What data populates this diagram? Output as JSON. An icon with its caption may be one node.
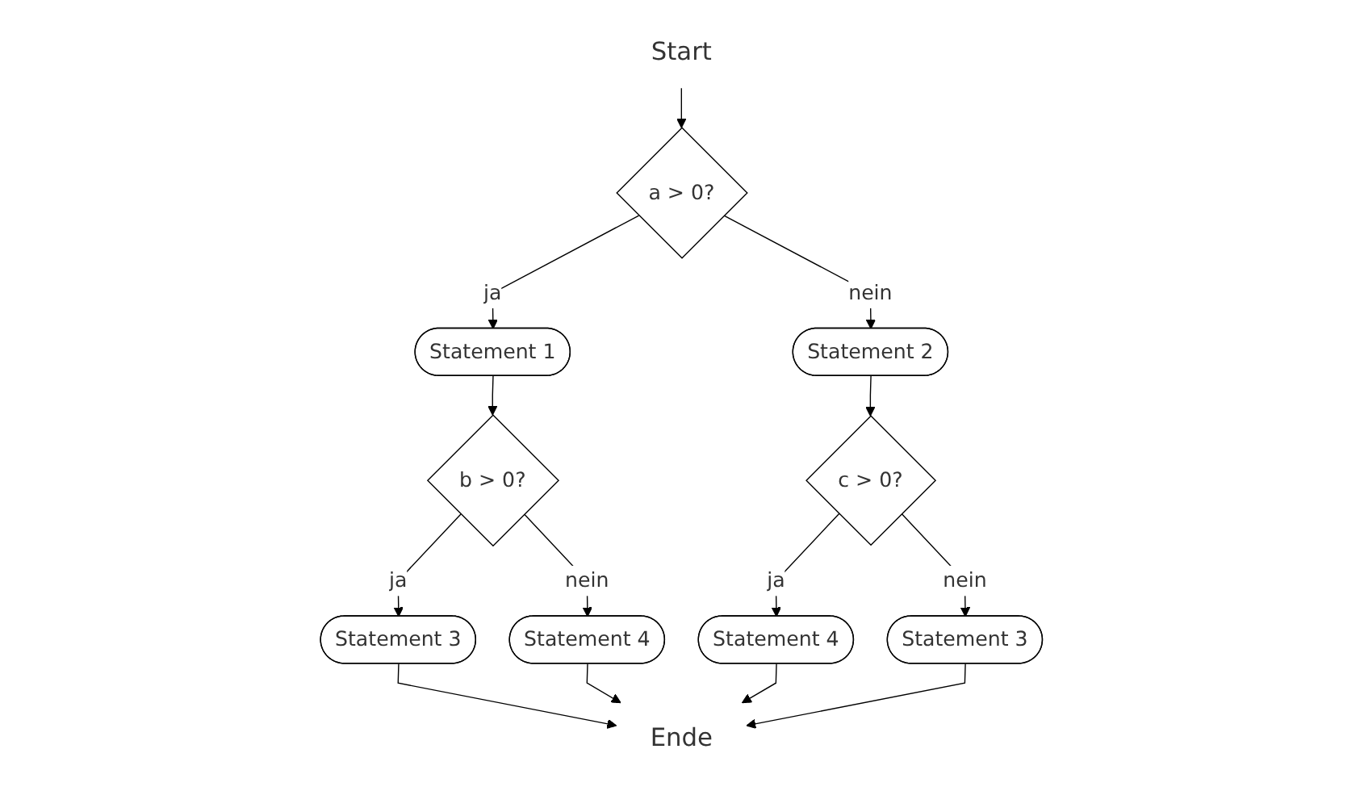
{
  "diagram": {
    "nodes": [
      {
        "text": [
          "Start"
        ]
      },
      {
        "text": [
          "a > 0?"
        ]
      },
      {
        "text": [
          "Statement 1"
        ]
      },
      {
        "text": [
          "Statement 2"
        ]
      },
      {
        "text": [
          "b > 0?"
        ]
      },
      {
        "text": [
          "c > 0?"
        ]
      },
      {
        "text": [
          "Statement 3"
        ]
      },
      {
        "text": [
          "Statement 4"
        ]
      },
      {
        "text": [
          "Statement 4"
        ]
      },
      {
        "text": [
          "Statement 3"
        ]
      },
      {
        "text": [
          "Ende"
        ]
      }
    ],
    "edges": [
      {
        "from": 0,
        "to": 1,
        "arrow": "to"
      },
      {
        "from": 1,
        "to": 2,
        "arrow": "to",
        "label": "ja"
      },
      {
        "from": 1,
        "to": 3,
        "arrow": "to",
        "label": "nein"
      },
      {
        "from": 2,
        "to": 4,
        "arrow": "to"
      },
      {
        "from": 3,
        "to": 5,
        "arrow": "to"
      },
      {
        "from": 4,
        "to": 6,
        "arrow": "to",
        "label": "ja"
      },
      {
        "from": 4,
        "to": 7,
        "arrow": "to",
        "label": "nein"
      },
      {
        "from": 5,
        "to": 8,
        "arrow": "to",
        "label": "ja"
      },
      {
        "from": 5,
        "to": 9,
        "arrow": "to",
        "label": "nein"
      },
      {
        "from": 6,
        "to": 10,
        "arrow": "to"
      },
      {
        "from": 7,
        "to": 10,
        "arrow": "to"
      },
      {
        "from": 8,
        "to": 10,
        "arrow": "to"
      },
      {
        "from": 9,
        "to": 10,
        "arrow": "to"
      }
    ]
  }
}
